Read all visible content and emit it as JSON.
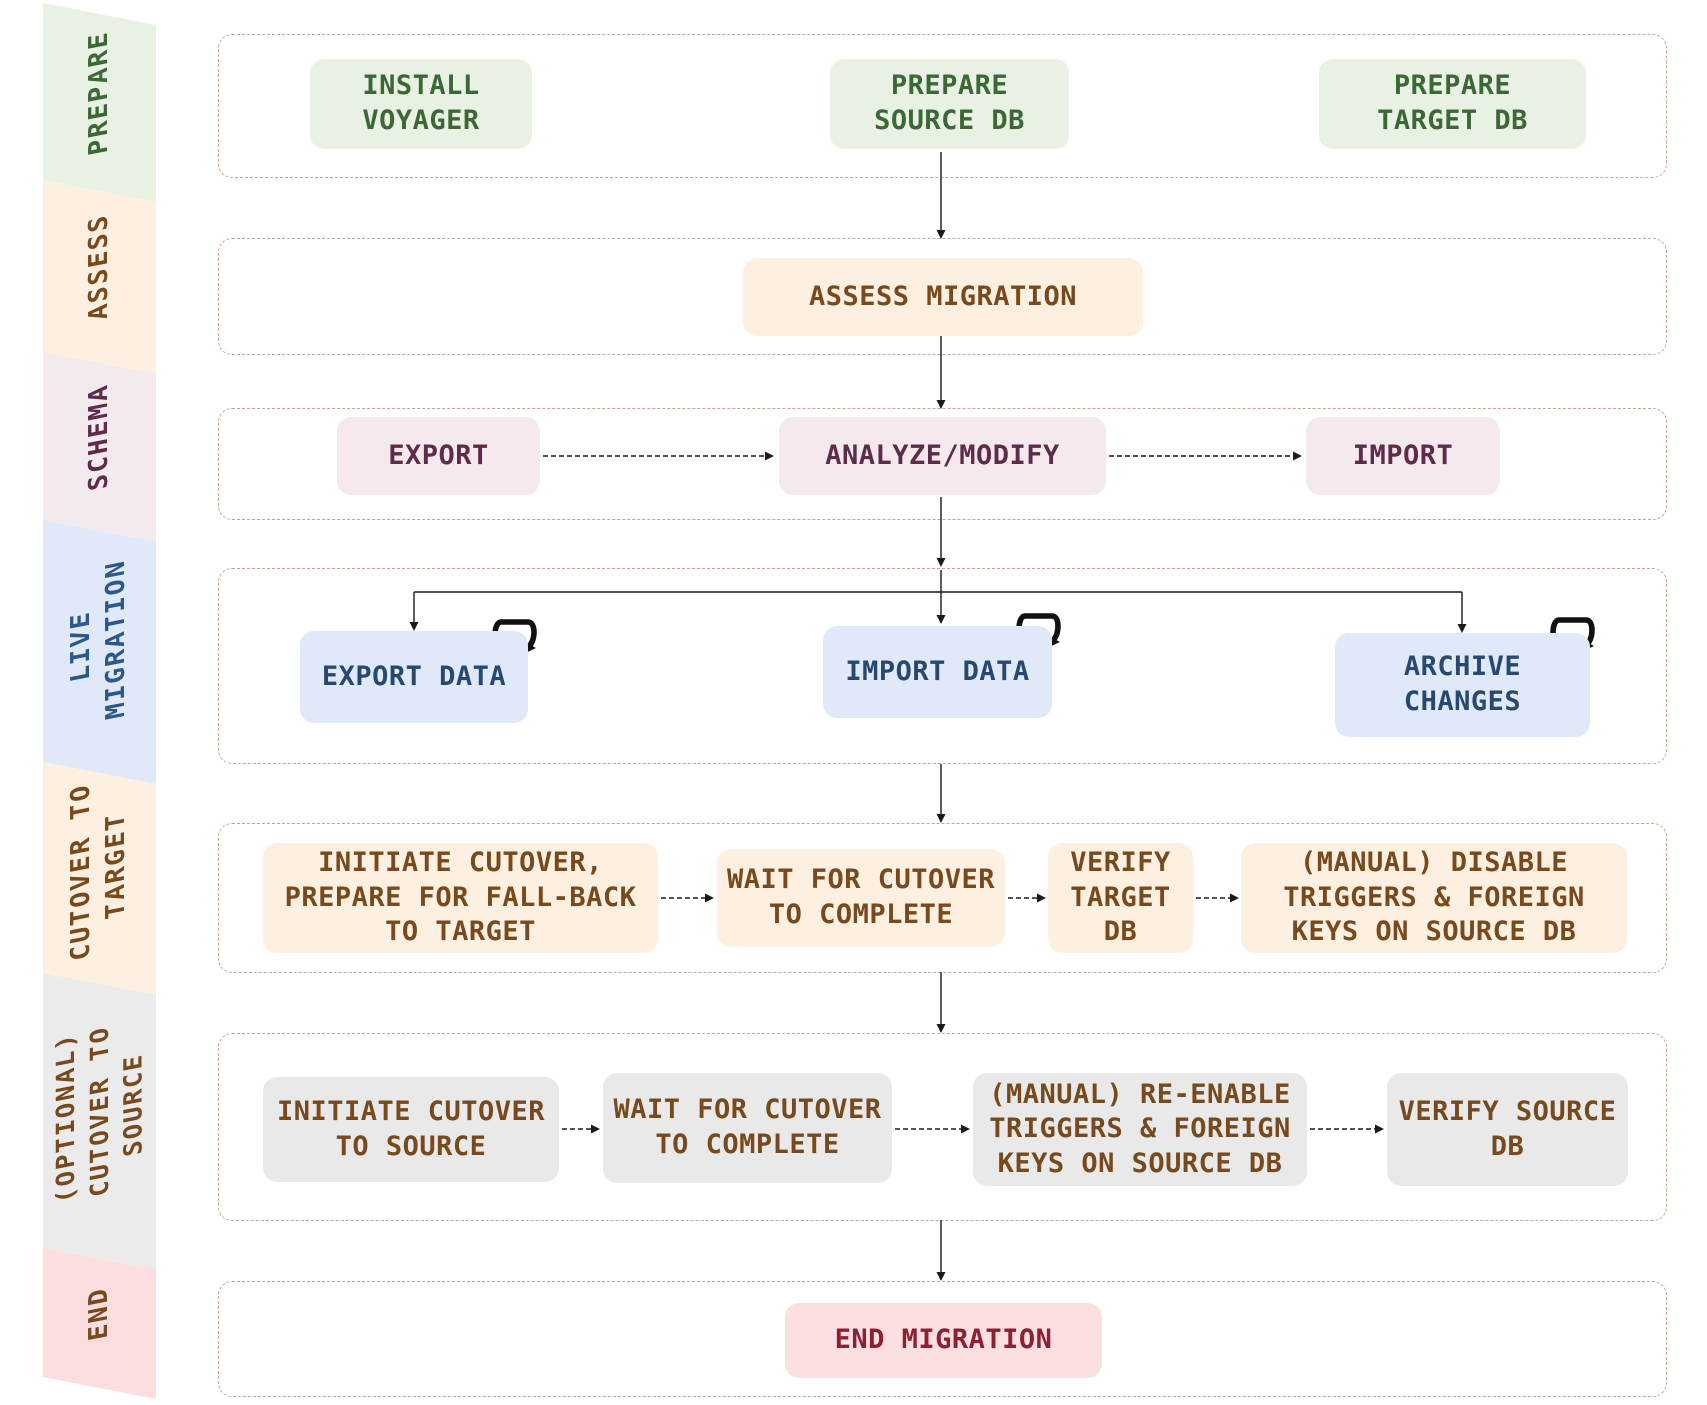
{
  "sidebar": {
    "segments": [
      {
        "id": "prepare",
        "label": "PREPARE"
      },
      {
        "id": "assess",
        "label": "ASSESS"
      },
      {
        "id": "schema",
        "label": "SCHEMA"
      },
      {
        "id": "live_migration",
        "label": "LIVE\nMIGRATION"
      },
      {
        "id": "cutover_to_target",
        "label": "CUTOVER TO\nTARGET"
      },
      {
        "id": "optional_cutover_to_source",
        "label": "(OPTIONAL)\nCUTOVER TO\nSOURCE"
      },
      {
        "id": "end",
        "label": "END"
      }
    ]
  },
  "phases": {
    "prepare": {
      "install_voyager": "INSTALL\nVOYAGER",
      "prepare_source_db": "PREPARE\nSOURCE DB",
      "prepare_target_db": "PREPARE\nTARGET DB"
    },
    "assess": {
      "assess_migration": "ASSESS MIGRATION"
    },
    "schema": {
      "export": "EXPORT",
      "analyze_modify": "ANALYZE/MODIFY",
      "import": "IMPORT"
    },
    "live_migration": {
      "export_data": "EXPORT DATA",
      "import_data": "IMPORT DATA",
      "archive_changes": "ARCHIVE\nCHANGES"
    },
    "cutover_to_target": {
      "initiate_cutover": "INITIATE CUTOVER,\nPREPARE FOR FALL-BACK\nTO TARGET",
      "wait_for_cutover": "WAIT FOR CUTOVER\nTO COMPLETE",
      "verify_target_db": "VERIFY\nTARGET\nDB",
      "disable_triggers": "(MANUAL) DISABLE\nTRIGGERS & FOREIGN\nKEYS ON SOURCE DB"
    },
    "cutover_to_source": {
      "initiate_cutover": "INITIATE CUTOVER\nTO SOURCE",
      "wait_for_cutover": "WAIT FOR CUTOVER\nTO COMPLETE",
      "reenable_triggers": "(MANUAL) RE-ENABLE\nTRIGGERS & FOREIGN\nKEYS ON SOURCE DB",
      "verify_source_db": "VERIFY SOURCE\nDB"
    },
    "end": {
      "end_migration": "END MIGRATION"
    }
  },
  "theme": {
    "row_border": "#c9a48a",
    "arrow": "#1a1a1a",
    "loop_icon": "#111111",
    "prepare_bg": "#e8f1e3",
    "prepare_text": "#3c6836",
    "assess_bg": "#fdf0e0",
    "assess_text": "#77491c",
    "schema_bg": "#f6e9ee",
    "schema_text": "#5d2c4b",
    "live_bg": "#dfe9f8",
    "live_text": "#27496f",
    "cutover_source_bg": "#e9e9e9",
    "end_bg": "#fcdfe1",
    "end_text": "#8e2033"
  }
}
